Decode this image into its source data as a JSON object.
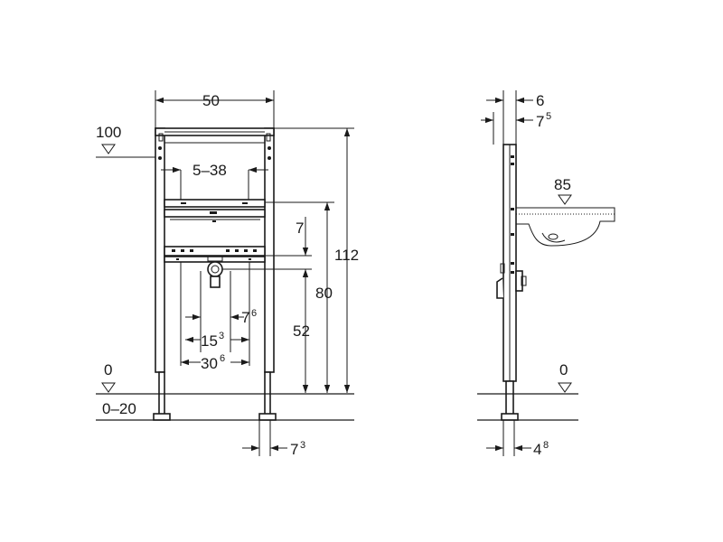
{
  "front_view": {
    "width": "50",
    "level_top": "100",
    "rail_spacing": "5–38",
    "height_total": "112",
    "crossbar_offset": "7",
    "height_80": "80",
    "height_52": "52",
    "spacing_7_base": "7",
    "spacing_7_sup": "6",
    "spacing_15_base": "15",
    "spacing_15_sup": "3",
    "spacing_30_base": "30",
    "spacing_30_sup": "6",
    "level_floor": "0",
    "foot_adjust": "0–20",
    "foot_width_base": "7",
    "foot_width_sup": "3"
  },
  "side_view": {
    "depth_6": "6",
    "depth_7_base": "7",
    "depth_7_sup": "5",
    "basin_level": "85",
    "level_floor": "0",
    "foot_depth_base": "4",
    "foot_depth_sup": "8"
  }
}
